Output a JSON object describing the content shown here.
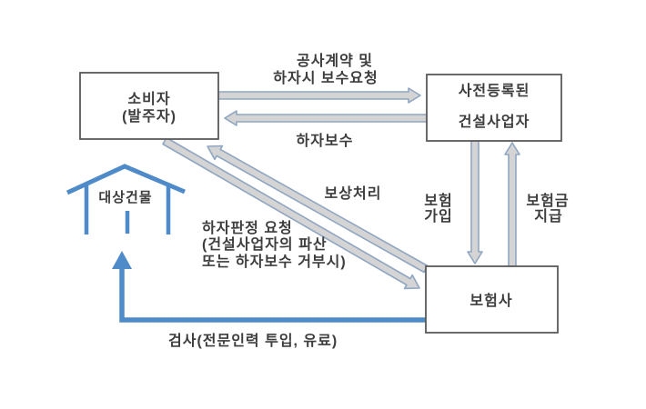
{
  "diagram": {
    "nodes": {
      "consumer": {
        "line1": "소비자",
        "line2": "(발주자)"
      },
      "builder": {
        "line1": "사전등록된",
        "line2": "건설사업자"
      },
      "insurer": {
        "label": "보험사"
      },
      "building": {
        "label": "대상건물"
      }
    },
    "edges": {
      "contract": {
        "from": "consumer",
        "to": "builder",
        "line1": "공사계약 및",
        "line2": "하자시 보수요청"
      },
      "defect_repair": {
        "from": "builder",
        "to": "consumer",
        "label": "하자보수"
      },
      "compensation": {
        "from": "insurer",
        "to": "consumer",
        "label": "보상처리"
      },
      "defect_judgement": {
        "from": "consumer",
        "to": "insurer",
        "line1": "하자판정 요청",
        "line2": "(건설사업자의 파산",
        "line3": "또는 하자보수 거부시)"
      },
      "insurance_join": {
        "from": "builder",
        "to": "insurer",
        "line1": "보험",
        "line2": "가입"
      },
      "insurance_payout": {
        "from": "insurer",
        "to": "builder",
        "line1": "보험금",
        "line2": "지급"
      },
      "inspection": {
        "from": "insurer",
        "to": "building",
        "label": "검사(전문인력 투입, 유료)"
      }
    },
    "colors": {
      "box_border": "#595959",
      "arrow_fill": "#d4d4d4",
      "arrow_outline": "#8fa6c2",
      "blue_accent": "#4f8bc9",
      "text": "#3d3d3d",
      "background": "#ffffff"
    }
  }
}
